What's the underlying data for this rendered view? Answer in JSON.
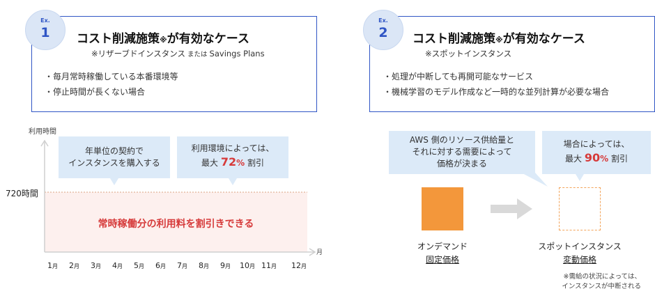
{
  "colors": {
    "accent": "#2f55c5",
    "badge_bg": "#dbe6f6",
    "bubble_bg": "#dceaf8",
    "highlight": "#d63a3a",
    "orange": "#f3973b",
    "area_fill": "#fdf0ee"
  },
  "ex1": {
    "badge_ex": "Ex.",
    "badge_num": "1",
    "title_main": "コスト削減施策",
    "title_mark": "※",
    "title_rest": "が有効なケース",
    "subtitle_prefix": "※リザーブドインスタンス",
    "subtitle_mid": " または ",
    "subtitle_end": "Savings Plans",
    "bullets": [
      "・毎月常時稼働している本番環境等",
      "・停止時間が長くない場合"
    ]
  },
  "ex2": {
    "badge_ex": "Ex.",
    "badge_num": "2",
    "title_main": "コスト削減施策",
    "title_mark": "※",
    "title_rest": "が有効なケース",
    "subtitle": "※スポットインスタンス",
    "bullets": [
      "・処理が中断しても再開可能なサービス",
      "・機械学習のモデル作成など一時的な並列計算が必要な場合"
    ]
  },
  "left_chart": {
    "y_axis_label": "利用時間",
    "x_axis_unit": "月",
    "level_label": "720時間",
    "area_text": "常時稼働分の利用料を割引きできる",
    "bubble1": {
      "line1": "年単位の契約で",
      "line2": "インスタンスを購入する"
    },
    "bubble2": {
      "line1": "利用環境によっては、",
      "prefix": "最大 ",
      "value": "72",
      "pct": "%",
      "suffix": " 割引"
    },
    "months": [
      {
        "n": "1",
        "u": "月"
      },
      {
        "n": "2",
        "u": "月"
      },
      {
        "n": "3",
        "u": "月"
      },
      {
        "n": "4",
        "u": "月"
      },
      {
        "n": "5",
        "u": "月"
      },
      {
        "n": "6",
        "u": "月"
      },
      {
        "n": "7",
        "u": "月"
      },
      {
        "n": "8",
        "u": "月"
      },
      {
        "n": "9",
        "u": "月"
      },
      {
        "n": "10",
        "u": "月"
      },
      {
        "n": "11",
        "u": "月"
      },
      {
        "n": "12",
        "u": "月"
      }
    ]
  },
  "right_diagram": {
    "bubble3": {
      "line1": "AWS 側のリソース供給量と",
      "line2": "それに対する需要によって",
      "line3": "価格が決まる"
    },
    "bubble4": {
      "line1": "場合によっては、",
      "prefix": "最大 ",
      "value": "90",
      "pct": "%",
      "suffix": " 割引"
    },
    "ondemand_label": "オンデマンド",
    "ondemand_price": "固定価格",
    "spot_label": "スポットインスタンス",
    "spot_price": "変動価格",
    "note_line1": "※需給の状況によっては、",
    "note_line2": "インスタンスが中断される"
  }
}
